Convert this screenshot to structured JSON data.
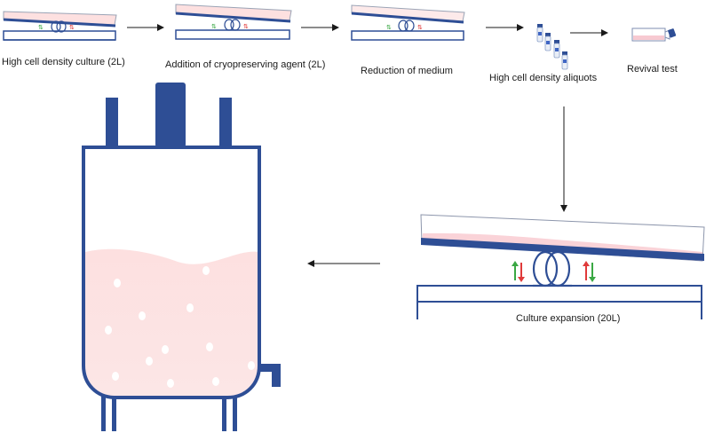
{
  "labels": {
    "step1": "High cell density culture (2L)",
    "step2": "Addition of cryopreserving agent (2L)",
    "step3": "Reduction of medium",
    "step4": "High cell density aliquots",
    "step5": "Revival test",
    "expansion": "Culture expansion (20L)"
  },
  "colors": {
    "navy": "#2e4e95",
    "pink": "#fde0e0",
    "arrow_green": "#3aa844",
    "arrow_red": "#e03a3a",
    "line": "#1a1a1a"
  }
}
